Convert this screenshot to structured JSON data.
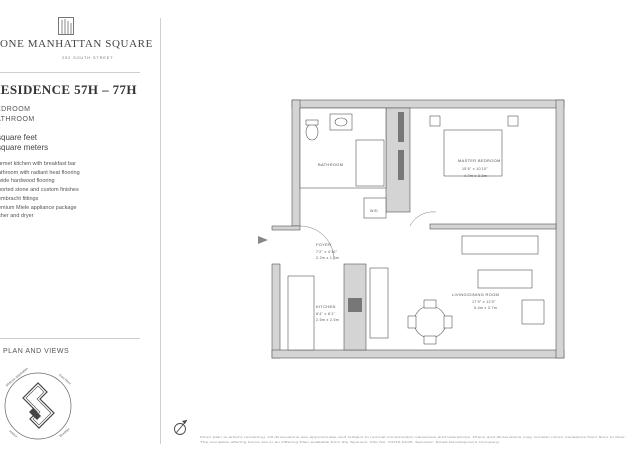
{
  "brand": {
    "name": "ONE MANHATTAN SQUARE",
    "address": "252 SOUTH STREET"
  },
  "residence": {
    "title": "RESIDENCE 57H – 77H",
    "bedroom": "EDROOM",
    "bathroom": "ATHROOM",
    "square_feet": "square feet",
    "square_meters": "square meters"
  },
  "features": [
    "urmet kitchen with breakfast bar",
    "athroom with radiant heat flooring",
    "wide hardwood flooring",
    "ported stone and custom finishes",
    "embracht fittings",
    "emium Miele appliance package",
    "sher and dryer"
  ],
  "views": {
    "heading": "PLAN AND VIEWS",
    "labels": [
      "Midtown Manhattan",
      "East River",
      "Brooklyn",
      "Harbor"
    ]
  },
  "rooms": {
    "bathroom": {
      "name": "BATHROOM"
    },
    "master_bedroom": {
      "name": "MASTER BEDROOM",
      "dims_ft": "15'6\" x 10'10\"",
      "dims_m": "4.7m x 3.3m"
    },
    "foyer": {
      "name": "FOYER",
      "dims_ft": "7'2\" x 4'10\"",
      "dims_m": "2.2m x 1.5m"
    },
    "kitchen": {
      "name": "KITCHEN",
      "dims_ft": "8'4\" x 8'1\"",
      "dims_m": "2.5m x 2.5m"
    },
    "living_dining": {
      "name": "LIVING/DINING ROOM",
      "dims_ft": "17'9\" x 12'0\"",
      "dims_m": "5.4m x 3.7m"
    },
    "wd": "W/D"
  },
  "disclaimer_lines": [
    "Floor plan is artist's rendering. All dimensions are approximate and subject to normal construction variances and tolerances. Plans and dimensions may contain minor variations from floor to floor.",
    "The complete offering terms are in an Offering Plan available from the Sponsor. File No. CD15-0126. Sponsor: Extell Development Company."
  ]
}
